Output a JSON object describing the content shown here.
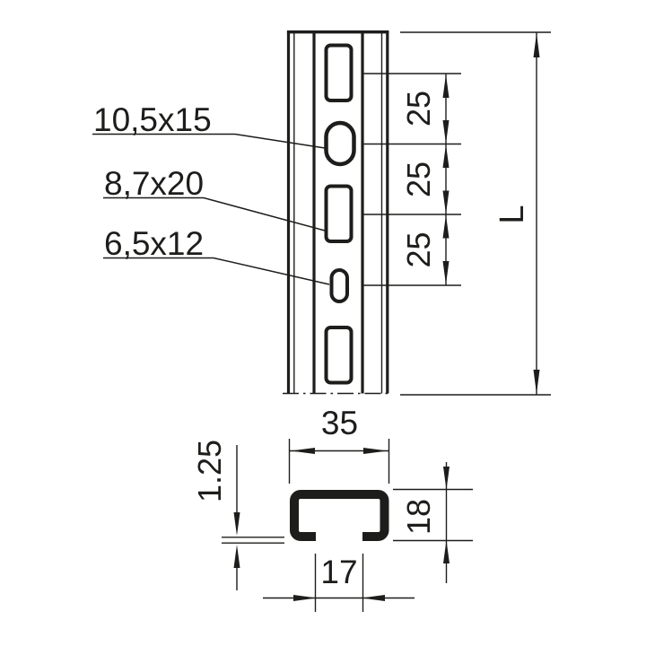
{
  "drawing": {
    "description": "Technical dimension drawing of a slotted C-profile mounting rail, front view with hole pattern and cross-section view",
    "background_color": "#ffffff",
    "line_color": "#1d1d1b",
    "front_view": {
      "hole_labels": [
        {
          "text": "10,5x15",
          "target": "oval-hole-large"
        },
        {
          "text": "8,7x20",
          "target": "rect-slot"
        },
        {
          "text": "6,5x12",
          "target": "oval-hole-small"
        }
      ],
      "pitch_dimensions": [
        "25",
        "25",
        "25"
      ],
      "length_dimension": "L"
    },
    "section_view": {
      "width_dimension": "35",
      "thickness_dimension": "1.25",
      "height_dimension": "18",
      "opening_dimension": "17"
    }
  }
}
